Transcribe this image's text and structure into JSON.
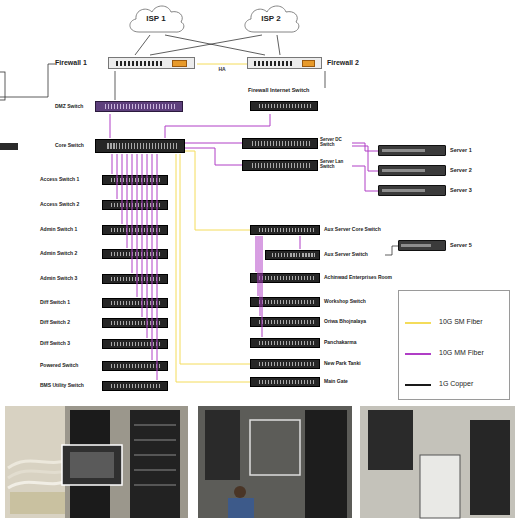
{
  "diagram": {
    "nodes": [
      {
        "text": [
          "ISP 1"
        ]
      },
      {
        "text": [
          "ISP 2"
        ]
      },
      {
        "text": [
          "Firewall 1"
        ]
      },
      {
        "text": [
          "Firewall 2"
        ]
      },
      {
        "text": [
          "DMZ Switch"
        ]
      },
      {
        "text": [
          "Firewall Internet Switch"
        ]
      },
      {
        "text": [
          "Core Switch"
        ]
      },
      {
        "text": [
          "Access Switch 1"
        ]
      },
      {
        "text": [
          "Access Switch 2"
        ]
      },
      {
        "text": [
          "Admin Switch 1"
        ]
      },
      {
        "text": [
          "Admin Switch 2"
        ]
      },
      {
        "text": [
          "Admin Switch 3"
        ]
      },
      {
        "text": [
          "Diff Switch 1"
        ]
      },
      {
        "text": [
          "Diff Switch 2"
        ]
      },
      {
        "text": [
          "Diff Switch 3"
        ]
      },
      {
        "text": [
          "Powered Switch"
        ]
      },
      {
        "text": [
          "BMS Utility Switch"
        ]
      },
      {
        "text": [
          "Server DC Switch"
        ]
      },
      {
        "text": [
          "Server Lan Switch"
        ]
      },
      {
        "text": [
          "Server 1"
        ]
      },
      {
        "text": [
          "Server 2"
        ]
      },
      {
        "text": [
          "Server 3"
        ]
      },
      {
        "text": [
          "Aux Server Core Switch"
        ]
      },
      {
        "text": [
          "Aux Server Switch"
        ]
      },
      {
        "text": [
          "Server 5"
        ]
      },
      {
        "text": [
          "Achinwad Enterprises Room"
        ]
      },
      {
        "text": [
          "Workshop Switch"
        ]
      },
      {
        "text": [
          "Oriwa Bhojnalaya"
        ]
      },
      {
        "text": [
          "Panchakarma"
        ]
      },
      {
        "text": [
          "New Park Tanki"
        ]
      },
      {
        "text": [
          "Main Gate"
        ]
      }
    ],
    "edges": [
      {
        "from": 0,
        "to": 2,
        "arrow": "none"
      },
      {
        "from": 0,
        "to": 3,
        "arrow": "none"
      },
      {
        "from": 1,
        "to": 2,
        "arrow": "none"
      },
      {
        "from": 1,
        "to": 3,
        "arrow": "none"
      },
      {
        "from": 2,
        "to": 3,
        "label": "HA",
        "arrow": "none"
      },
      {
        "from": 2,
        "to": 4,
        "arrow": "none"
      },
      {
        "from": 3,
        "to": 5,
        "arrow": "none"
      },
      {
        "from": 4,
        "to": 6,
        "arrow": "none"
      },
      {
        "from": 5,
        "to": 6,
        "arrow": "none"
      },
      {
        "from": 6,
        "to": 17,
        "arrow": "none"
      },
      {
        "from": 6,
        "to": 18,
        "arrow": "none"
      },
      {
        "from": 17,
        "to": 19,
        "arrow": "none"
      },
      {
        "from": 17,
        "to": 20,
        "arrow": "none"
      },
      {
        "from": 18,
        "to": 21,
        "arrow": "none"
      },
      {
        "from": 6,
        "to": 7,
        "arrow": "none"
      },
      {
        "from": 6,
        "to": 8,
        "arrow": "none"
      },
      {
        "from": 6,
        "to": 9,
        "arrow": "none"
      },
      {
        "from": 6,
        "to": 10,
        "arrow": "none"
      },
      {
        "from": 6,
        "to": 11,
        "arrow": "none"
      },
      {
        "from": 6,
        "to": 12,
        "arrow": "none"
      },
      {
        "from": 6,
        "to": 13,
        "arrow": "none"
      },
      {
        "from": 6,
        "to": 14,
        "arrow": "none"
      },
      {
        "from": 6,
        "to": 15,
        "arrow": "none"
      },
      {
        "from": 6,
        "to": 16,
        "arrow": "none"
      },
      {
        "from": 6,
        "to": 22,
        "arrow": "none"
      },
      {
        "from": 22,
        "to": 23,
        "arrow": "none"
      },
      {
        "from": 23,
        "to": 24,
        "arrow": "none"
      },
      {
        "from": 22,
        "to": 25,
        "arrow": "none"
      },
      {
        "from": 22,
        "to": 26,
        "arrow": "none"
      },
      {
        "from": 22,
        "to": 27,
        "arrow": "none"
      },
      {
        "from": 22,
        "to": 28,
        "arrow": "none"
      },
      {
        "from": 6,
        "to": 29,
        "arrow": "none"
      },
      {
        "from": 6,
        "to": 30,
        "arrow": "none"
      }
    ],
    "legend": [
      {
        "text": "10G SM Fiber",
        "color": "#f4dc5a"
      },
      {
        "text": "10G MM Fiber",
        "color": "#b03ec6"
      },
      {
        "text": "1G Copper",
        "color": "#1a1a1a"
      }
    ]
  }
}
